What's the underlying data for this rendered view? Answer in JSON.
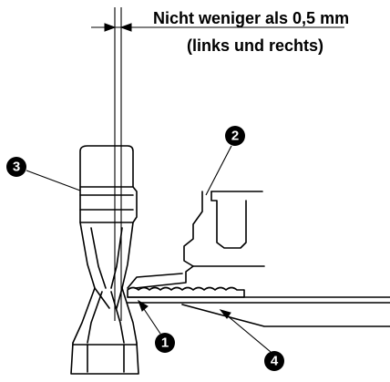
{
  "dimension": {
    "line1": "Nicht weniger als 0,5 mm",
    "line2": "(links und rechts)"
  },
  "callouts": [
    {
      "id": "1",
      "symbol": "1"
    },
    {
      "id": "2",
      "symbol": "2"
    },
    {
      "id": "3",
      "symbol": "3"
    },
    {
      "id": "4",
      "symbol": "4"
    }
  ]
}
